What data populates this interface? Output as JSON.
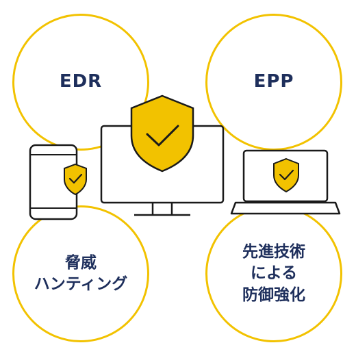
{
  "diagram": {
    "edr": {
      "label": "EDR"
    },
    "epp": {
      "label": "EPP"
    },
    "threat_hunting": {
      "lines": [
        "脅威",
        "ハンティング"
      ]
    },
    "advanced_tech": {
      "lines": [
        "先進技術",
        "による",
        "防御強化"
      ]
    }
  },
  "colors": {
    "accent": "#F2C200",
    "text": "#1E2F5C",
    "outline": "#1A1A1A"
  },
  "icons": [
    "smartphone-icon",
    "monitor-icon",
    "laptop-icon",
    "shield-check-icon"
  ]
}
